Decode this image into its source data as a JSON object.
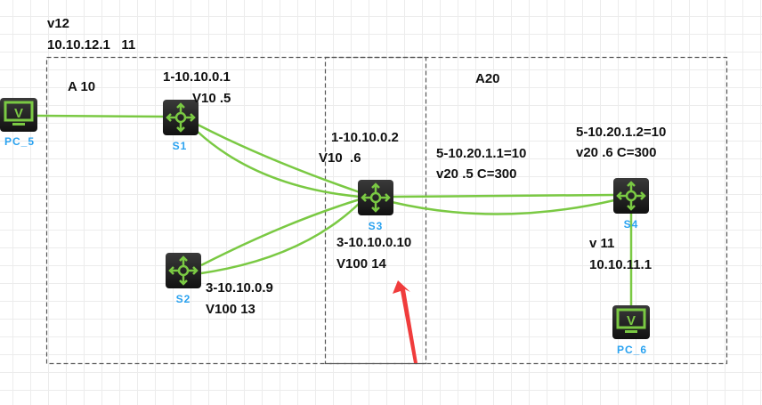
{
  "areas": {
    "a10": "A 10",
    "a20": "A20"
  },
  "devices": {
    "pc5": "PC_5",
    "pc6": "PC_6",
    "s1": "S1",
    "s2": "S2",
    "s3": "S3",
    "s4": "S4"
  },
  "labels": {
    "v12": "v12",
    "v12_ip": "10.10.12.1   11",
    "s1_ip": "1-10.10.0.1",
    "s1_vlan": "V10 .5",
    "s3_ip1": "1-10.10.0.2",
    "s3_vlan1": "V10  .6",
    "s3_ip5": "5-10.20.1.1=10",
    "s3_vlan5": "v20 .5 C=300",
    "s4_ip5": "5-10.20.1.2=10",
    "s4_vlan5": "v20 .6 C=300",
    "s3_ip3": "3-10.10.0.10",
    "s3_vlan3": "V100 14",
    "s2_ip3": "3-10.10.0.9",
    "s2_vlan3": "V100 13",
    "v11": "v 11",
    "v11_ip": "10.10.11.1"
  },
  "colors": {
    "link": "#7ac943",
    "annotation_arrow": "#f03c3c",
    "device_label": "#2aa2f0"
  }
}
